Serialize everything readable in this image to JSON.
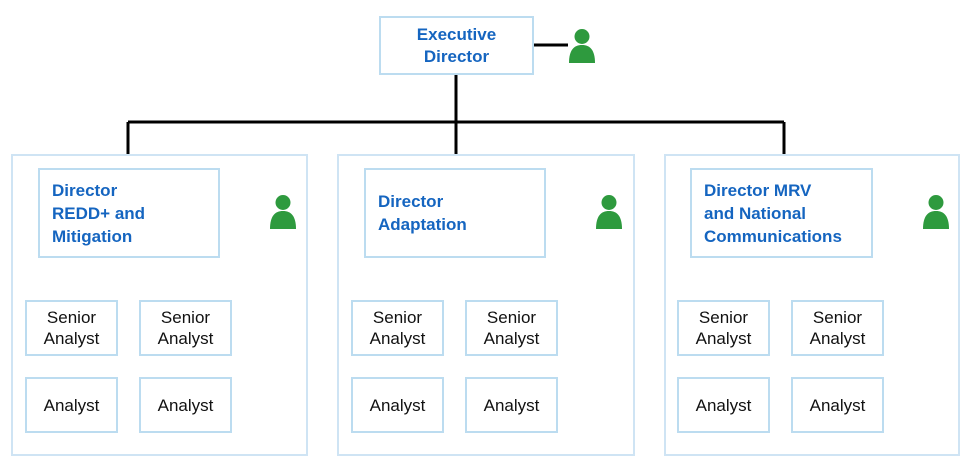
{
  "colors": {
    "director_text": "#1565c0",
    "box_border": "#bcdcf0",
    "connector": "#000000",
    "person_icon": "#2e9a3e"
  },
  "executive": {
    "title_line1": "Executive",
    "title_line2": "Director",
    "icon": "person-icon"
  },
  "divisions": [
    {
      "director_lines": [
        "Director",
        "REDD+ and",
        "Mitigation"
      ],
      "icon": "person-icon",
      "staff": [
        {
          "line1": "Senior",
          "line2": "Analyst"
        },
        {
          "line1": "Senior",
          "line2": "Analyst"
        },
        {
          "line1": "Analyst"
        },
        {
          "line1": "Analyst"
        }
      ]
    },
    {
      "director_lines": [
        "Director",
        "Adaptation"
      ],
      "icon": "person-icon",
      "staff": [
        {
          "line1": "Senior",
          "line2": "Analyst"
        },
        {
          "line1": "Senior",
          "line2": "Analyst"
        },
        {
          "line1": "Analyst"
        },
        {
          "line1": "Analyst"
        }
      ]
    },
    {
      "director_lines": [
        "Director MRV",
        "and National",
        "Communications"
      ],
      "icon": "person-icon",
      "staff": [
        {
          "line1": "Senior",
          "line2": "Analyst"
        },
        {
          "line1": "Senior",
          "line2": "Analyst"
        },
        {
          "line1": "Analyst"
        },
        {
          "line1": "Analyst"
        }
      ]
    }
  ]
}
